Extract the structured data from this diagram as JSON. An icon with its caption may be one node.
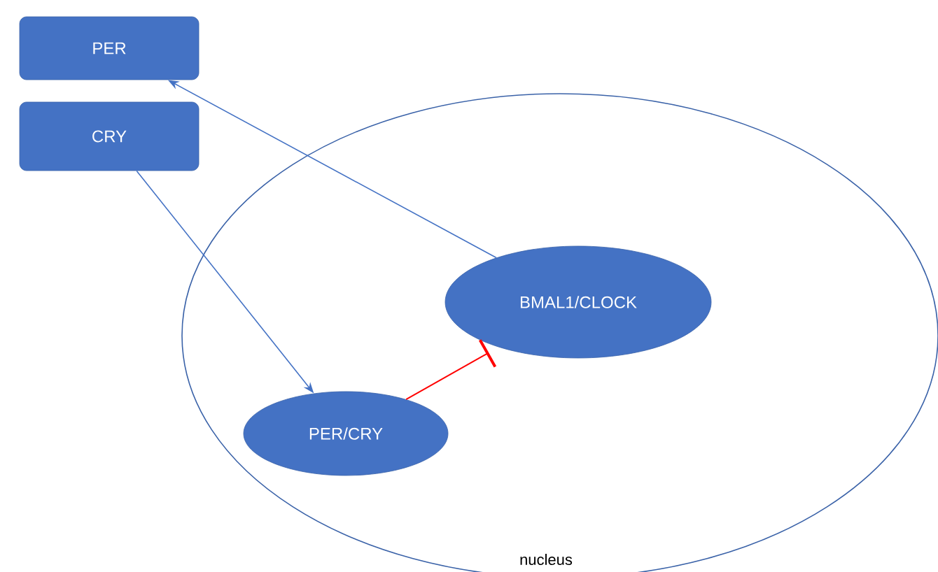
{
  "diagram": {
    "nodes": [
      {
        "text": [
          "PER"
        ]
      },
      {
        "text": [
          "CRY"
        ]
      },
      {
        "text": [
          "nucleus"
        ]
      },
      {
        "text": [
          "BMAL1/CLOCK"
        ],
        "in": 2
      },
      {
        "text": [
          "PER/CRY"
        ],
        "in": 2
      }
    ],
    "edges": [
      {
        "from": 3,
        "to": 0,
        "arrow": "to"
      },
      {
        "from": 1,
        "to": 4,
        "arrow": "to"
      },
      {
        "from": 4,
        "to": 3,
        "arrow": "other",
        "color": "#ff0000"
      }
    ]
  }
}
